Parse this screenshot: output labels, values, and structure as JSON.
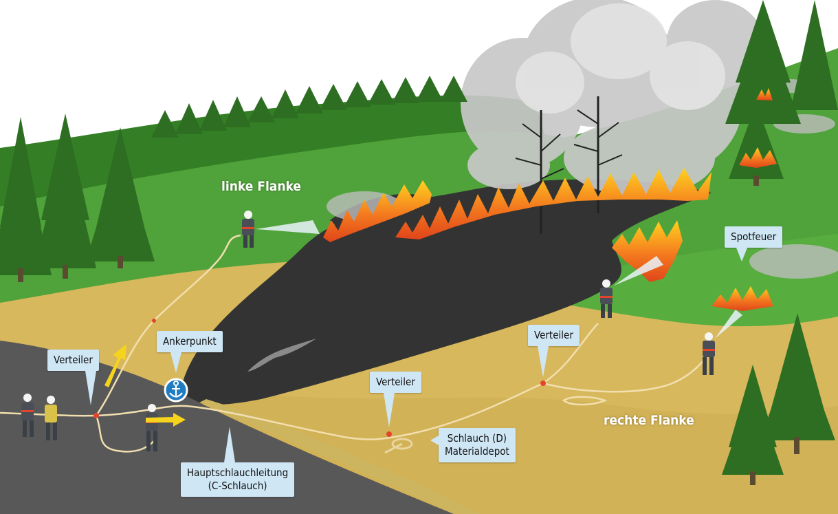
{
  "labels": {
    "left_flank": "linke Flanke",
    "right_flank": "rechte Flanke",
    "spot_fire": "Spotfeuer",
    "anchor_point": "Ankerpunkt",
    "distributor": "Verteiler",
    "main_hose_line": "Hauptschlauchleitung\n(C-Schlauch)",
    "hose_depot": "Schlauch (D)\nMaterialdepot"
  },
  "icons": {
    "anchor": "anchor-icon",
    "arrow": "arrow-icon"
  },
  "colors": {
    "sky": "#ffffff",
    "forest_green": "#3f8f2c",
    "meadow_green": "#4fa33a",
    "dry_grass": "#d8b85c",
    "burned_area": "#333333",
    "road": "#585858",
    "fire_orange": "#f47a1f",
    "fire_yellow": "#ffd21f",
    "smoke": "#c8c8c8",
    "hose": "#f2dfb0",
    "callout": "#cfe6f5",
    "anchor_blue": "#1f7cc2",
    "arrow_yellow": "#f6d31c"
  }
}
